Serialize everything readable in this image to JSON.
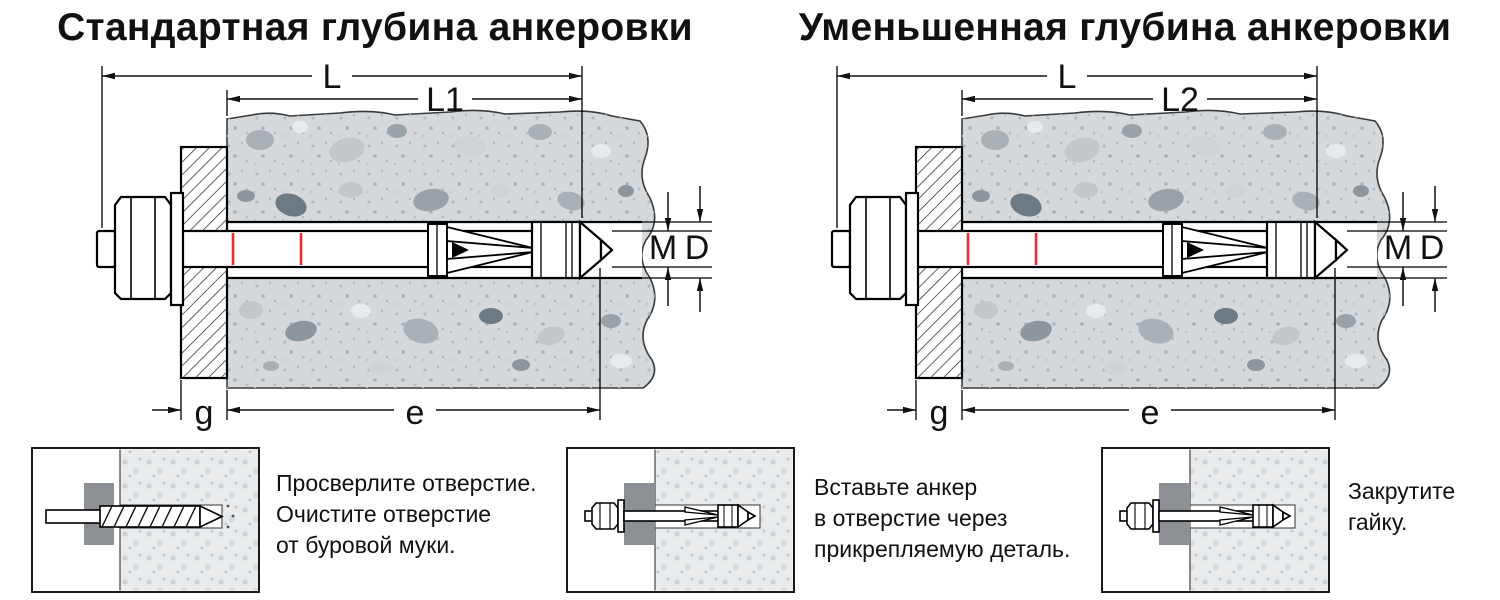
{
  "titles": {
    "left": "Стандартная глубина анкеровки",
    "right": "Уменьшенная глубина анкеровки"
  },
  "dimensions": {
    "left": {
      "total_label": "L",
      "embed_label": "L1",
      "plate_label": "g",
      "depth_label": "e",
      "thread_label": "M",
      "hole_label": "D"
    },
    "right": {
      "total_label": "L",
      "embed_label": "L2",
      "plate_label": "g",
      "depth_label": "e",
      "thread_label": "M",
      "hole_label": "D"
    }
  },
  "steps": [
    {
      "text": "Просверлите отверстие.\nОчистите отверстие\nот буровой муки."
    },
    {
      "text": "Вставьте анкер\nв отверстие через\nприкрепляемую деталь."
    },
    {
      "text": "Закрутите\nгайку."
    }
  ],
  "colors": {
    "thread_mark": "#e5322d",
    "concrete_base": "#d6d9dc",
    "detail_gray": "#8d9196"
  }
}
